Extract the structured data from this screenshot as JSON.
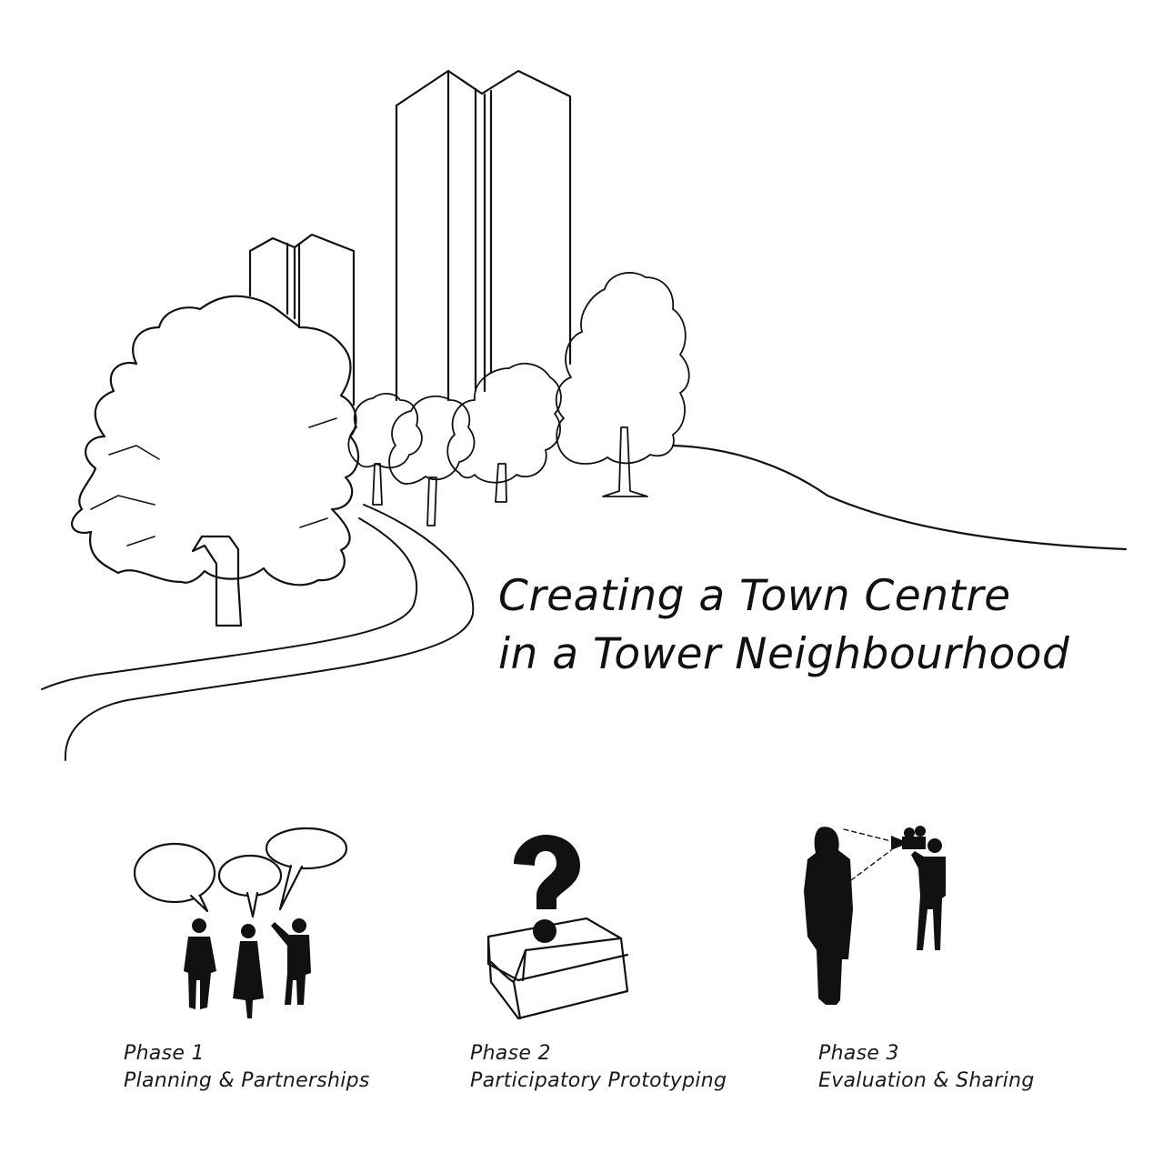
{
  "title": {
    "line1": "Creating a Town Centre",
    "line2": "in a Tower Neighbourhood"
  },
  "phases": [
    {
      "label": "Phase 1",
      "name": "Planning & Partnerships",
      "icon": "people-talking-icon"
    },
    {
      "label": "Phase 2",
      "name": "Participatory Prototyping",
      "icon": "question-bench-icon"
    },
    {
      "label": "Phase 3",
      "name": "Evaluation & Sharing",
      "icon": "video-recording-icon"
    }
  ],
  "colors": {
    "ink": "#111111",
    "background": "#ffffff"
  }
}
